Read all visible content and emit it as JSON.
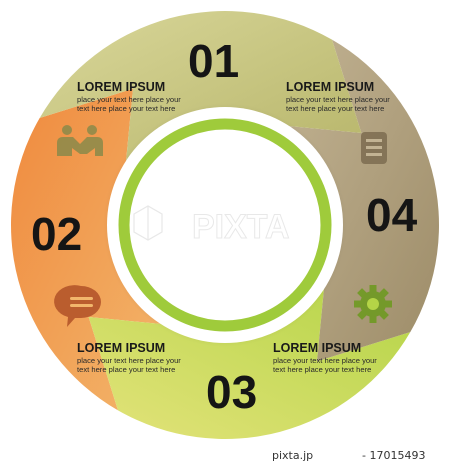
{
  "segments": [
    {
      "number": "01",
      "title": "LOREM  IPSUM",
      "line1": "place your text here place your",
      "line2": "text here place your text here",
      "color": "#c8c77e",
      "icon": "handshake-icon"
    },
    {
      "number": "04",
      "title": "LOREM  IPSUM",
      "line1": "place your text here place your",
      "line2": "text here place your text here",
      "color": "#b1a17e",
      "icon": "document-icon"
    },
    {
      "number": "03",
      "title": "LOREM  IPSUM",
      "line1": "place your text here place your",
      "line2": "text here place your text here",
      "color": "#a9cc3f",
      "icon": "gear-icon"
    },
    {
      "number": "02",
      "title": "LOREM  IPSUM",
      "line1": "place your text here place your",
      "line2": "text here place your text here",
      "color": "#ee8a46",
      "icon": "chat-bubble-icon"
    }
  ],
  "center_ring_color": "#9fcb3b",
  "watermark": "PIXTA",
  "footer": {
    "site": "pixta.jp",
    "id": "- 17015493"
  }
}
